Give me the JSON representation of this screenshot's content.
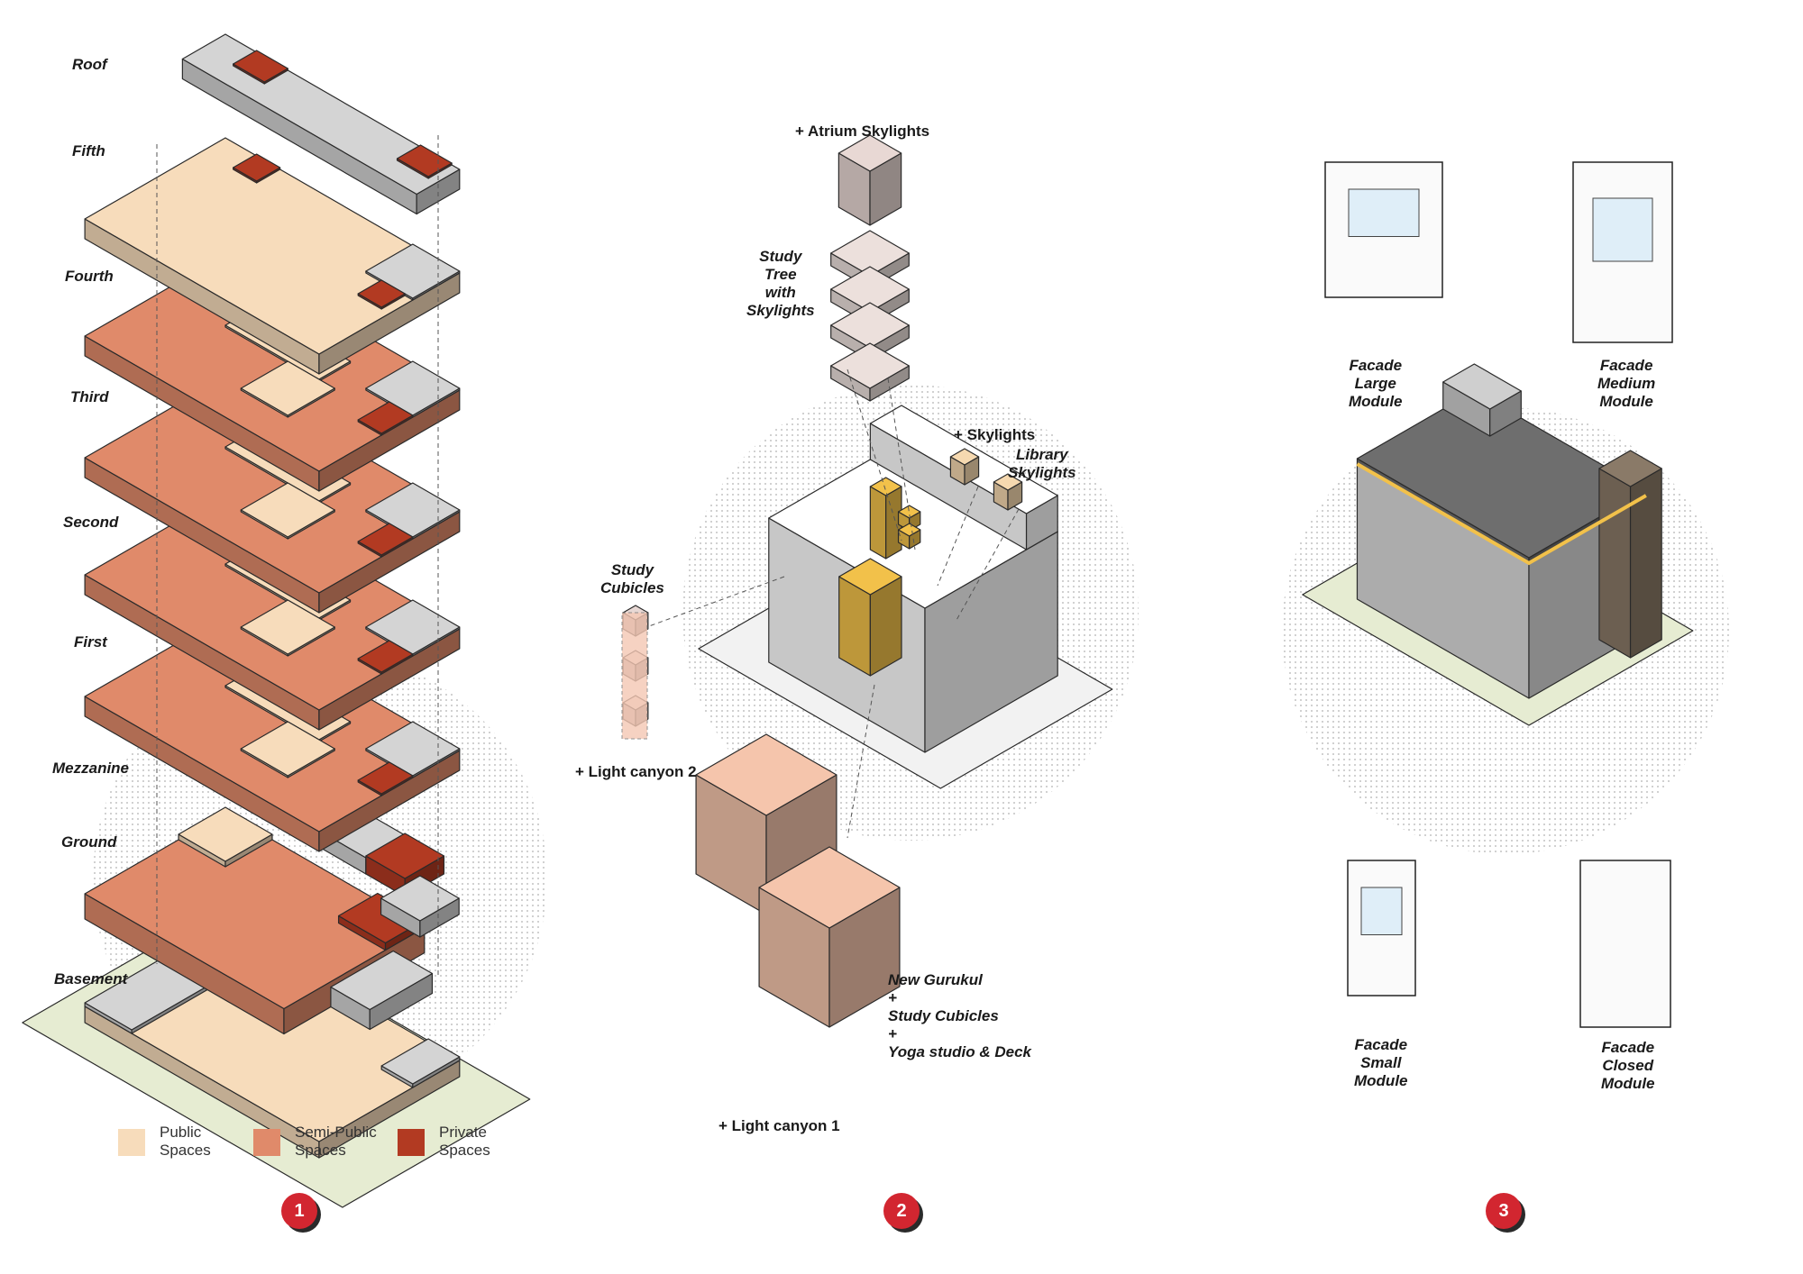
{
  "panel1": {
    "floors": [
      "Roof",
      "Fifth",
      "Fourth",
      "Third",
      "Second",
      "First",
      "Mezzanine",
      "Ground",
      "Basement"
    ],
    "legend": {
      "public": {
        "label": "Public\nSpaces",
        "color": "#f7dcbb"
      },
      "semi": {
        "label": "Semi-Public\nSpaces",
        "color": "#e08a6a"
      },
      "private": {
        "label": "Private\nSpaces",
        "color": "#b23a22"
      }
    },
    "badge": "1"
  },
  "panel2": {
    "atrium": "+ Atrium Skylights",
    "study_tree": "Study\nTree\nwith\nSkylights",
    "skylights": "+ Skylights",
    "library": "Library\nSkylights",
    "study_cubicles": "Study\nCubicles",
    "light_canyon_2": "+ Light canyon 2",
    "gurukul": "New Gurukul\n+\nStudy Cubicles\n+\nYoga studio & Deck",
    "light_canyon_1": "+ Light canyon 1",
    "badge": "2"
  },
  "panel3": {
    "large": "Facade\nLarge\nModule",
    "medium": "Facade\nMedium\nModule",
    "small": "Facade\nSmall\nModule",
    "closed": "Facade\nClosed\nModule",
    "badge": "3"
  },
  "colors": {
    "public": "#f7dcbb",
    "semi": "#e08a6a",
    "private": "#b23a22",
    "grey": "#d4d4d4",
    "site": "#e6ecd2",
    "yellow": "#f2c14a",
    "dots": "#b3b3b3"
  }
}
